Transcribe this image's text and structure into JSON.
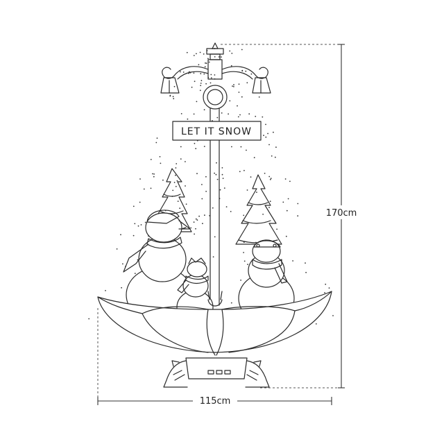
{
  "sign": {
    "text": "LET IT SNOW"
  },
  "dimensions": {
    "height_label": "170cm",
    "width_label": "115cm"
  },
  "colors": {
    "line": "#2a2a2a",
    "background": "#ffffff"
  }
}
